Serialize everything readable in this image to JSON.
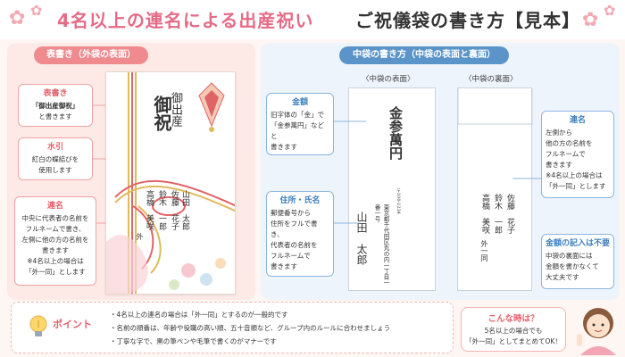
{
  "header": {
    "title_main": "4名以上の連名による出産祝い",
    "title_sub": "ご祝儀袋の書き方【見本】"
  },
  "left": {
    "section_title": "表書き（外袋の表面）",
    "notes": [
      {
        "head": "表書き",
        "lines": [
          "「御出産御祝」",
          "と書きます"
        ]
      },
      {
        "head": "水引",
        "lines": [
          "紅白の蝶結びを",
          "使用します"
        ]
      },
      {
        "head": "連名",
        "lines": [
          "中央に代表者の名前を",
          "フルネームで書き、",
          "左側に他の方の名前を",
          "書きます",
          "※4名以上の場合は",
          "「外一同」とします"
        ]
      }
    ],
    "envelope": {
      "omote_line1": "御出産",
      "omote_line2": "御祝",
      "names_col1": "山田　太郎",
      "names_col2": "佐藤　花子",
      "names_col3": "鈴木　一郎",
      "names_col4": "高橋　美咲",
      "names_col5": "外"
    }
  },
  "right": {
    "section_title": "中袋の書き方（中袋の表面と裏面）",
    "front_label": "〈中袋の表面〉",
    "back_label": "〈中袋の裏面〉",
    "notes": {
      "amount": {
        "head": "金額",
        "lines": [
          "旧字体の「金」で",
          "「金参萬円」などと",
          "書きます"
        ]
      },
      "address": {
        "head": "住所・氏名",
        "lines": [
          "郵便番号から",
          "住所をフルで書き、",
          "代表者の名前を",
          "フルネームで",
          "書きます"
        ]
      },
      "renmei": {
        "head": "連名",
        "lines": [
          "左側から",
          "他の方の名前を",
          "フルネームで",
          "書きます",
          "※4名以上の場合は",
          "「外一同」とします"
        ]
      },
      "amount_none": {
        "head": "金額の記入は不要",
        "lines": [
          "中袋の裏面には",
          "金額を書かなくて",
          "大丈夫です"
        ]
      }
    },
    "front": {
      "amount": "金参萬円",
      "postal": "〒100-1234",
      "address": "東京都千代田区丸の内一丁目一番一号",
      "name": "山田　太郎"
    },
    "back": {
      "col1": "佐藤　花子",
      "col2": "鈴木　一郎",
      "col3": "高橋　美咲",
      "col4": "外一同"
    }
  },
  "bottom": {
    "point_label": "ポイント",
    "tips": [
      "4名以上の連名の場合は「外一同」とするのが一般的です",
      "名前の順番は、年齢や役職の高い順、五十音順など、グループ内のルールに合わせましょう",
      "丁寧な字で、黒の筆ペンや毛筆で書くのがマナーです"
    ],
    "case_head": "こんな時は？",
    "case_lines": [
      "5名以上の場合でも",
      "「外一同」としてまとめてOK！"
    ]
  },
  "colors": {
    "pink_accent": "#e46b86",
    "blue_accent": "#5b94c9",
    "left_bg": "#fdeae6",
    "right_bg": "#eef4fb"
  }
}
